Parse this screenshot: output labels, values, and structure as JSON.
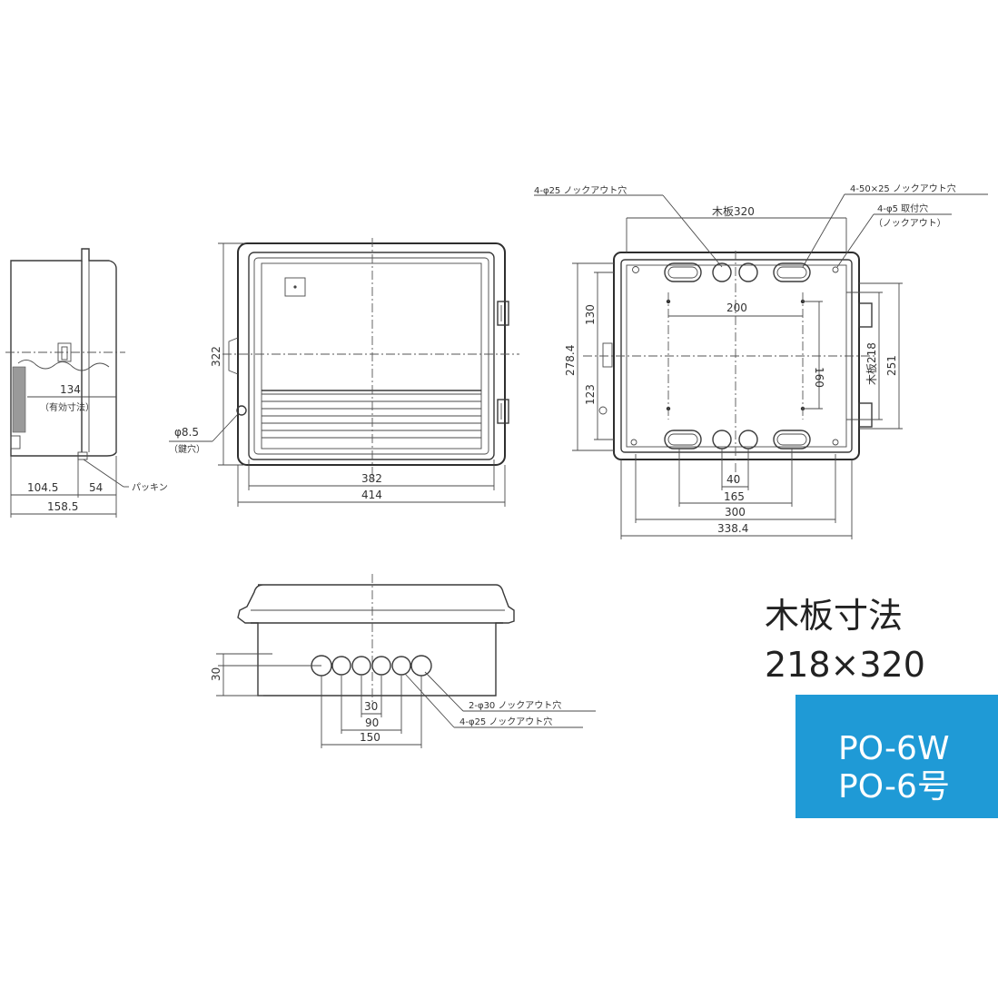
{
  "side_view": {
    "dims": {
      "effective_width": "134",
      "effective_note": "（有効寸法）",
      "depth_a": "104.5",
      "depth_b": "54",
      "depth_total": "158.5"
    },
    "gasket_label": "パッキン"
  },
  "front_view": {
    "dims": {
      "height": "322",
      "inner_width": "382",
      "outer_width": "414"
    },
    "key_hole": {
      "size": "φ8.5",
      "label": "（鍵穴）"
    }
  },
  "back_view": {
    "labels": {
      "knockout_25": "4-φ25 ノックアウト穴",
      "knockout_50x25": "4-50×25 ノックアウト穴",
      "mount_hole": "4-φ5 取付穴",
      "mount_hole_note": "（ノックアウト）"
    },
    "dims": {
      "board_width": "木板320",
      "board_height": "木板218",
      "top_part": "130",
      "bottom_part": "123",
      "left_height": "278.4",
      "pitch_h": "200",
      "pitch_v": "160",
      "right_height": "251",
      "hole_gap_40": "40",
      "hole_gap_165": "165",
      "width_300": "300",
      "width_338": "338.4"
    }
  },
  "bottom_view": {
    "dims": {
      "height_30": "30",
      "pitch_30": "30",
      "pitch_90": "90",
      "pitch_150": "150"
    },
    "labels": {
      "knockout_30": "2-φ30 ノックアウト穴",
      "knockout_25": "4-φ25 ノックアウト穴"
    }
  },
  "board_size": {
    "title": "木板寸法",
    "value": "218×320"
  },
  "model": {
    "line1": "PO-6W",
    "line2": "PO-6号",
    "badge_color": "#1f9ad6"
  }
}
